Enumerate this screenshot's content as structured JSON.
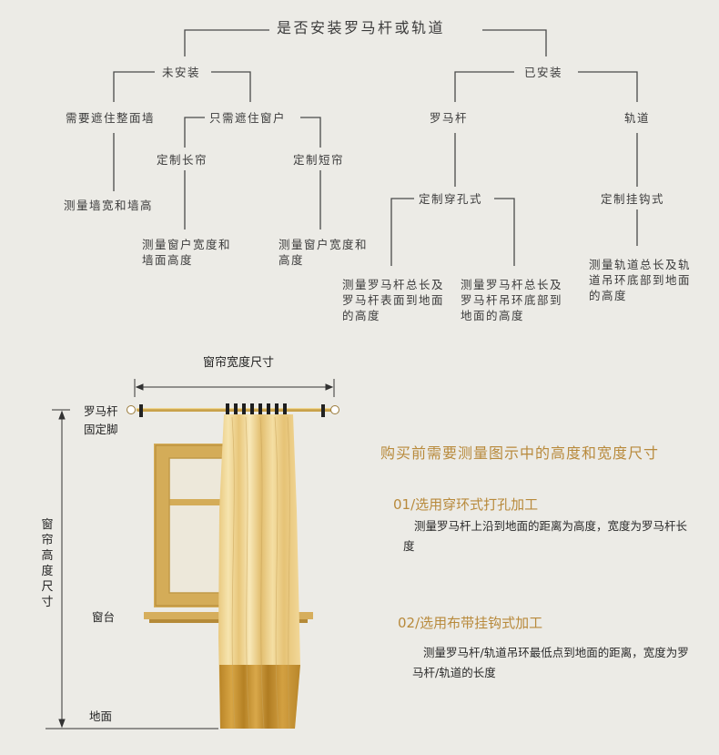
{
  "tree": {
    "root": "是否安装罗马杆或轨道",
    "not_installed": "未安装",
    "installed": "已安装",
    "cover_wall": "需要遮住整面墙",
    "cover_window": "只需遮住窗户",
    "long_curtain": "定制长帘",
    "short_curtain": "定制短帘",
    "measure_wall": "测量墙宽和墙高",
    "measure_long": "测量窗户宽度和墙面高度",
    "measure_short": "测量窗户宽度和高度",
    "roman_rod": "罗马杆",
    "track": "轨道",
    "grommet": "定制穿孔式",
    "hook": "定制挂钩式",
    "grommet_a": "测量罗马杆总长及罗马杆表面到地面的高度",
    "grommet_b": "测量罗马杆总长及罗马杆吊环底部到地面的高度",
    "track_measure": "测量轨道总长及轨道吊环底部到地面的高度"
  },
  "illustration": {
    "width_label": "窗帘宽度尺寸",
    "rod_label": "罗马杆",
    "bracket_label": "固定脚",
    "height_label": "窗帘高度尺寸",
    "sill_label": "窗台",
    "floor_label": "地面"
  },
  "info": {
    "title": "购买前需要测量图示中的高度和宽度尺寸",
    "s1_heading": "01/选用穿环式打孔加工",
    "s1_body": "测量罗马杆上沿到地面的距离为高度，宽度为罗马杆长度",
    "s2_heading": "02/选用布带挂钩式加工",
    "s2_body": "测量罗马杆/轨道吊环最低点到地面的距离，宽度为罗马杆/轨道的长度"
  },
  "colors": {
    "background": "#ecebe6",
    "line": "#4a4a4a",
    "gold_text": "#b88a3c",
    "window_frame": "#d4ac58",
    "curtain": "#efd391",
    "curtain_hem": "#c48f2e"
  }
}
